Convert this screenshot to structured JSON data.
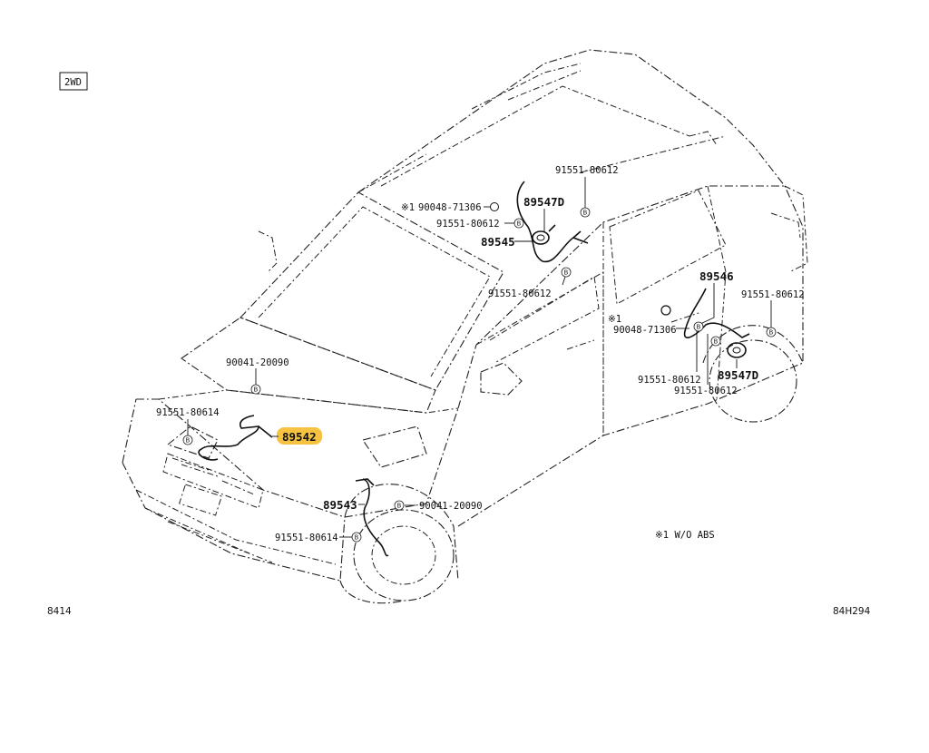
{
  "corner_tag": "2WD",
  "footer": {
    "left": "8414",
    "right": "84H294"
  },
  "note": "※1 W/O ABS",
  "bolt_symbol": "B",
  "highlight_color": "#f5c242",
  "callouts": {
    "rear_left_clip_top": "91551-80612",
    "rear_left_sensor": "89547D",
    "rear_left_note_mark": "※1",
    "rear_left_bolt_part": "90048-71306",
    "rear_left_clip_left": "91551-80612",
    "rear_left_harness": "89545",
    "rear_left_clip_bottom": "91551-80612",
    "rear_right_harness": "89546",
    "rear_right_clip_right": "91551-80612",
    "rear_right_note_mark": "※1",
    "rear_right_bolt_part": "90048-71306",
    "rear_right_clip_a": "91551-80612",
    "rear_right_sensor": "89547D",
    "rear_right_clip_b": "91551-80612",
    "front_bolt_top": "90041-20090",
    "front_clip_left": "91551-80614",
    "front_right_sensor": "89542",
    "front_left_sensor": "89543",
    "front_left_bolt": "90041-20090",
    "front_left_clip": "91551-80614"
  }
}
